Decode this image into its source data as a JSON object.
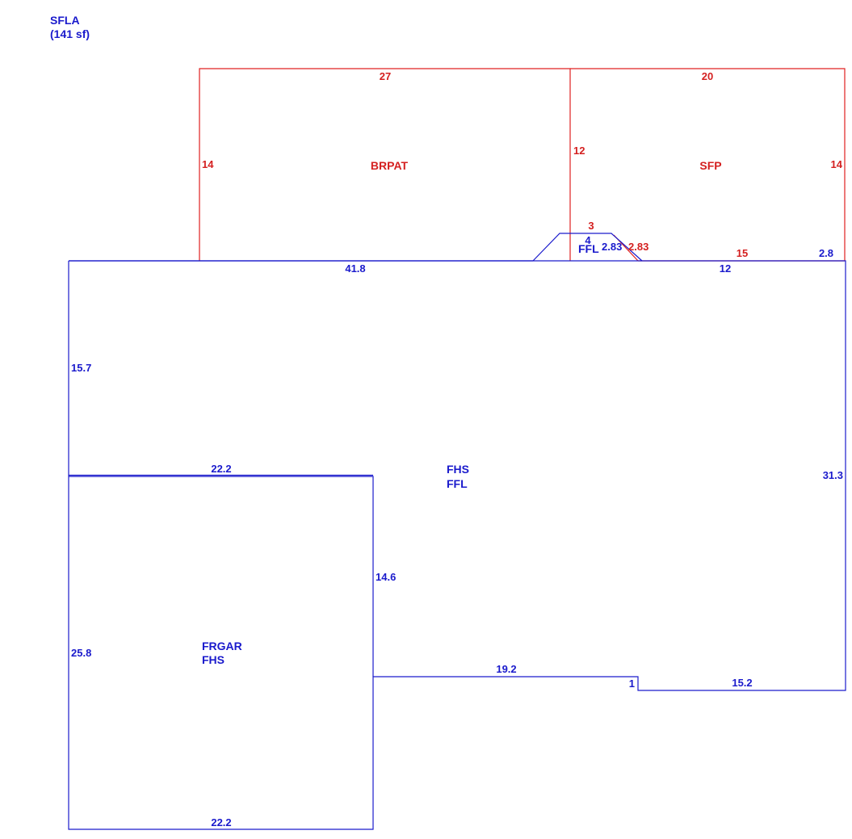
{
  "header": {
    "title": "SFLA",
    "area": "(141 sf)"
  },
  "colors": {
    "main_outline": "#1a1acc",
    "exterior_outline": "#e02020"
  },
  "areas": {
    "brpat": "BRPAT",
    "sfp": "SFP",
    "ffl_bay": "FFL",
    "fhs_main_line1": "FHS",
    "fhs_main_line2": "FFL",
    "garage_line1": "FRGAR",
    "garage_line2": "FHS"
  },
  "dimensions": {
    "brpat_top": "27",
    "brpat_left": "14",
    "brpat_right": "12",
    "sfp_top": "20",
    "sfp_right": "14",
    "sfp_bottom": "15",
    "bay_top": "3",
    "bay_side_red": "2.83",
    "bay_depth": "4",
    "bay_side_blue": "2.83",
    "house_top_left": "41.8",
    "house_top_mid": "12",
    "house_top_right": "2.8",
    "house_left": "15.7",
    "house_right": "31.3",
    "garage_top": "22.2",
    "garage_right": "14.6",
    "garage_left": "25.8",
    "garage_bottom": "22.2",
    "rear_mid": "19.2",
    "rear_jog": "1",
    "rear_right": "15.2"
  }
}
